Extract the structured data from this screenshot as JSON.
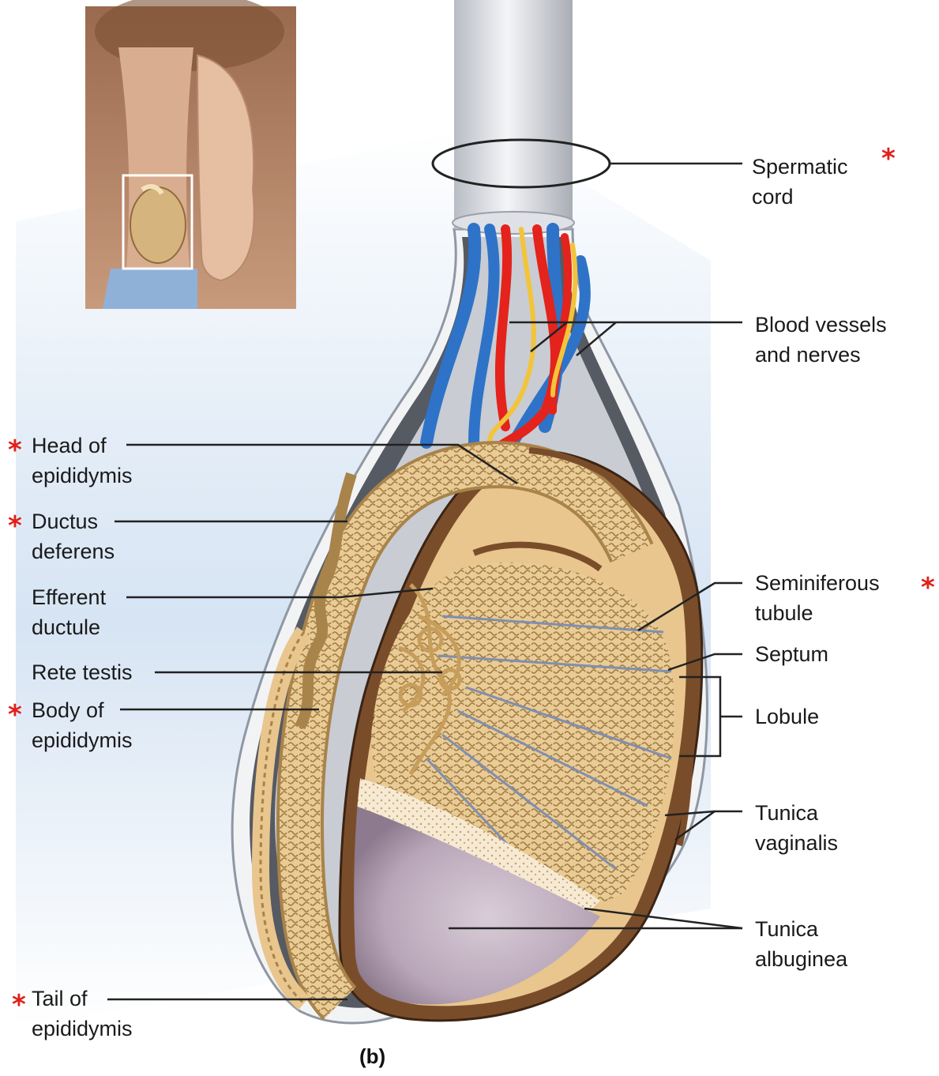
{
  "panel_label": "(b)",
  "asterisk": "*",
  "labels": {
    "spermatic_cord": [
      "Spermatic",
      "cord"
    ],
    "blood_vessels": [
      "Blood vessels",
      "and nerves"
    ],
    "head_epididymis": [
      "Head of",
      "epididymis"
    ],
    "ductus_deferens": [
      "Ductus",
      "deferens"
    ],
    "efferent_ductule": [
      "Efferent",
      "ductule"
    ],
    "rete_testis": [
      "Rete testis"
    ],
    "body_epididymis": [
      "Body of",
      "epididymis"
    ],
    "tail_epididymis": [
      "Tail of",
      "epididymis"
    ],
    "seminiferous_tubule": [
      "Seminiferous",
      "tubule"
    ],
    "septum": [
      "Septum"
    ],
    "lobule": [
      "Lobule"
    ],
    "tunica_vaginalis": [
      "Tunica",
      "vaginalis"
    ],
    "tunica_albuginea": [
      "Tunica",
      "albuginea"
    ]
  },
  "colors": {
    "artery": "#e3231c",
    "vein": "#2e73c8",
    "nerve": "#f2c43a",
    "tubule": "#e8c894",
    "tubule_dark": "#a8834a",
    "marker_star": "#e0201a"
  }
}
